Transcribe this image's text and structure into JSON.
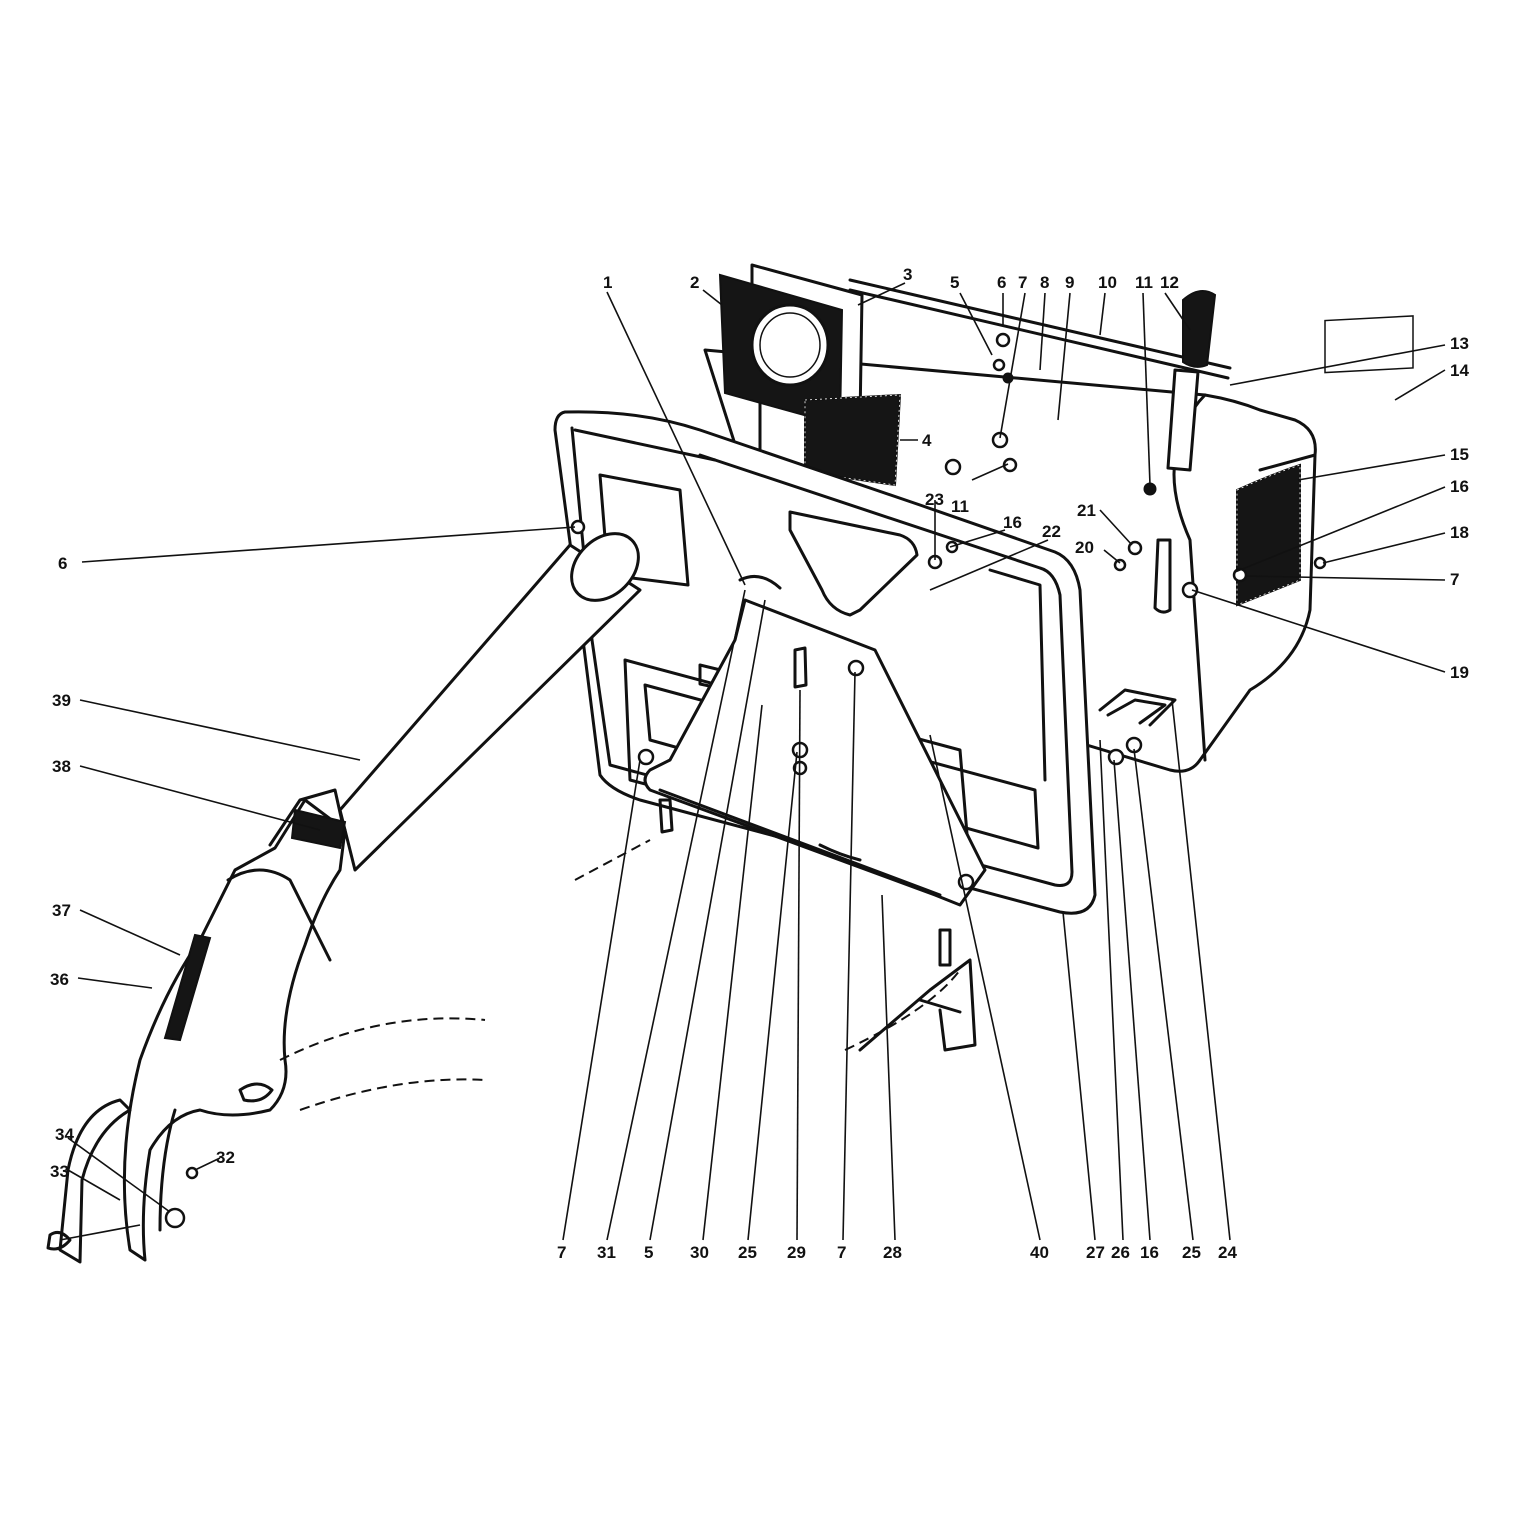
{
  "diagram": {
    "callouts": {
      "c1": "1",
      "c2": "2",
      "c3": "3",
      "c4": "4",
      "c5a": "5",
      "c6a": "6",
      "c7a": "7",
      "c8": "8",
      "c9": "9",
      "c10": "10",
      "c11a": "11",
      "c12": "12",
      "c13": "13",
      "c14": "14",
      "c15": "15",
      "c16a": "16",
      "c18": "18",
      "c7b": "7",
      "c19": "19",
      "c6b": "6",
      "c23": "23",
      "c11b": "11",
      "c16b": "16",
      "c22": "22",
      "c21": "21",
      "c20": "20",
      "c39": "39",
      "c38": "38",
      "c37": "37",
      "c36": "36",
      "c34": "34",
      "c33": "33",
      "c32": "32",
      "b7a": "7",
      "b31": "31",
      "b5": "5",
      "b30": "30",
      "b25a": "25",
      "b29": "29",
      "b7b": "7",
      "b28": "28",
      "b40": "40",
      "b27": "27",
      "b26": "26",
      "b16": "16",
      "b25b": "25",
      "b24": "24"
    }
  }
}
